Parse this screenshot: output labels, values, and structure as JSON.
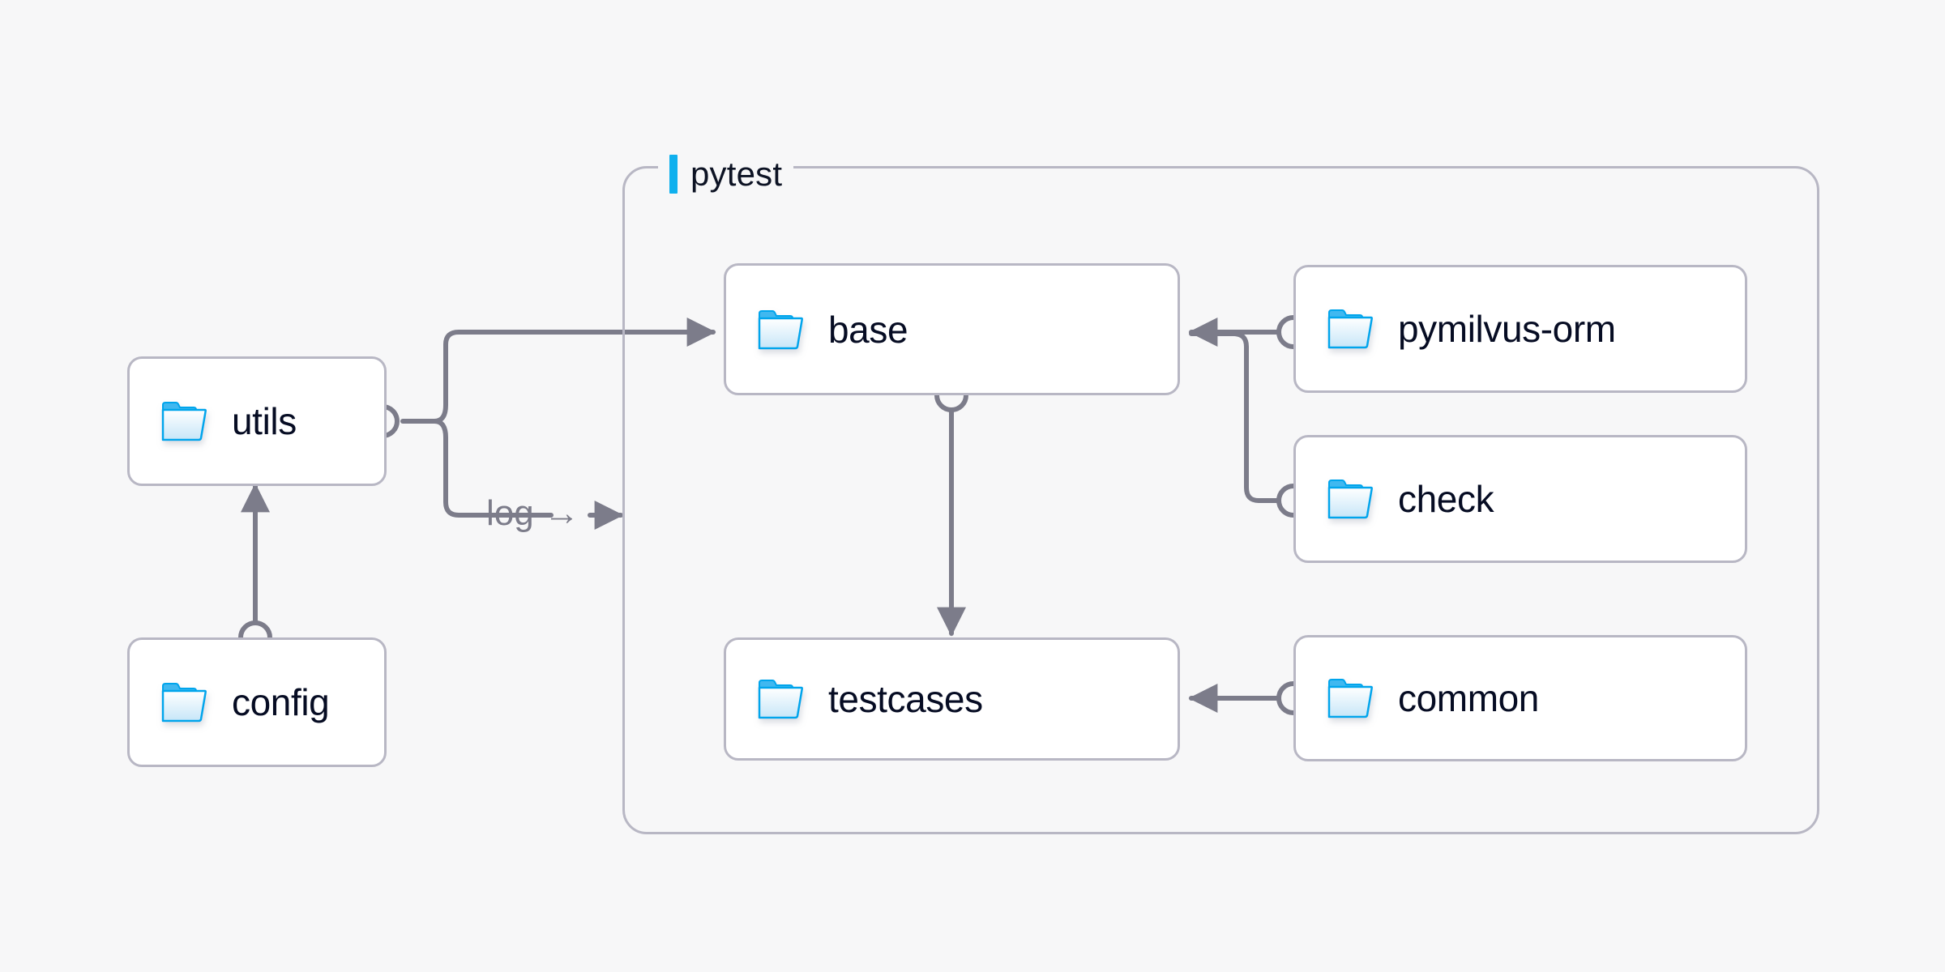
{
  "diagram": {
    "background_color": "#f7f7f8",
    "node_border_color": "#b8b7c4",
    "node_fill_color": "#ffffff",
    "edge_color": "#7c7c8a",
    "accent_color": "#0fb0ee",
    "label_color": "#060c23"
  },
  "group": {
    "title": "pytest",
    "bar_color": "#0fb0ee"
  },
  "nodes": [
    {
      "id": "utils",
      "label": "utils",
      "icon": "folder-icon"
    },
    {
      "id": "config",
      "label": "config",
      "icon": "folder-icon"
    },
    {
      "id": "base",
      "label": "base",
      "icon": "folder-icon"
    },
    {
      "id": "testcases",
      "label": "testcases",
      "icon": "folder-icon"
    },
    {
      "id": "pymilvus-orm",
      "label": "pymilvus-orm",
      "icon": "folder-icon"
    },
    {
      "id": "check",
      "label": "check",
      "icon": "folder-icon"
    },
    {
      "id": "common",
      "label": "common",
      "icon": "folder-icon"
    }
  ],
  "edges": [
    {
      "id": "config-to-utils",
      "from": "config",
      "to": "utils",
      "label": ""
    },
    {
      "id": "utils-to-base",
      "from": "utils",
      "to": "base",
      "label": ""
    },
    {
      "id": "utils-to-log",
      "from": "utils",
      "to": "pytest",
      "label": "log →"
    },
    {
      "id": "base-to-testcases",
      "from": "base",
      "to": "testcases",
      "label": ""
    },
    {
      "id": "pymilvusorm-to-base",
      "from": "pymilvus-orm",
      "to": "base",
      "label": ""
    },
    {
      "id": "check-to-base",
      "from": "check",
      "to": "base",
      "label": ""
    },
    {
      "id": "common-to-testcases",
      "from": "common",
      "to": "testcases",
      "label": ""
    }
  ],
  "edge_labels": {
    "log": "log →"
  }
}
